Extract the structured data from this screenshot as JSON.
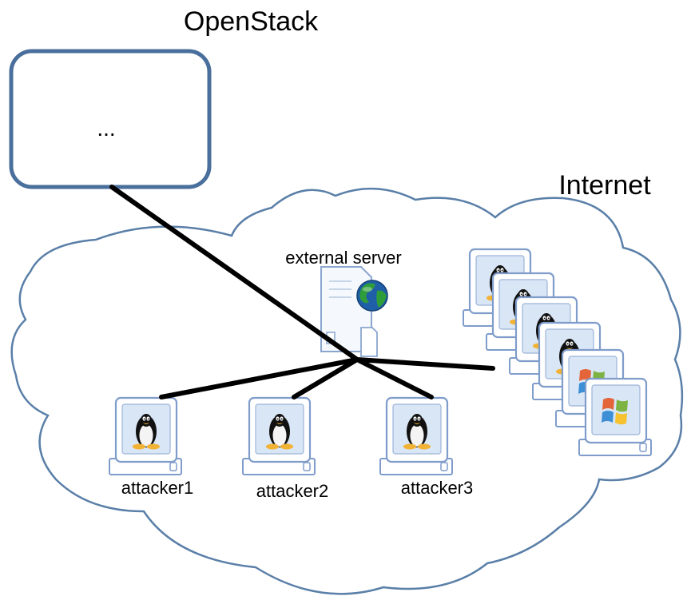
{
  "openstack": {
    "title": "OpenStack",
    "box_text": "..."
  },
  "internet": {
    "title": "Internet"
  },
  "external_server": {
    "label": "external server"
  },
  "attackers": [
    {
      "label": "attacker1"
    },
    {
      "label": "attacker2"
    },
    {
      "label": "attacker3"
    }
  ],
  "internet_hosts": [
    {
      "os": "linux"
    },
    {
      "os": "linux"
    },
    {
      "os": "linux"
    },
    {
      "os": "linux"
    },
    {
      "os": "windows"
    },
    {
      "os": "windows"
    }
  ],
  "colors": {
    "box_border": "#4a6f9c",
    "cloud_border": "#5a7fa8",
    "monitor_border": "#7f9ccb",
    "monitor_screen": "#d9e6f6",
    "link": "#000000"
  },
  "icons": [
    "linux-tux-icon",
    "windows-logo-icon",
    "globe-icon",
    "server-icon",
    "monitor-icon"
  ]
}
